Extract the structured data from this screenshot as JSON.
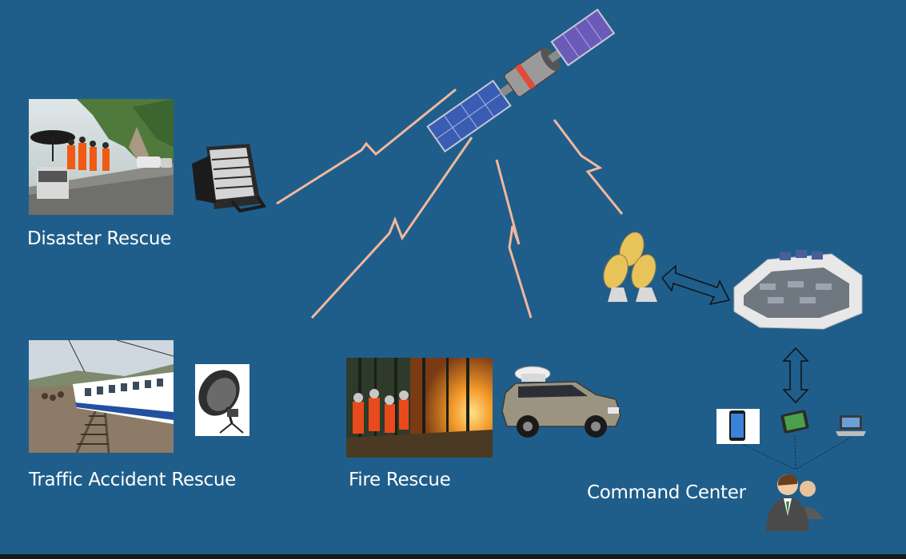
{
  "diagram": {
    "scenarios": [
      {
        "label": "Disaster Rescue",
        "photo": "landslide-rescue-photo",
        "equipment": "portable-satellite-terminal-icon"
      },
      {
        "label": "Traffic Accident Rescue",
        "photo": "train-derailment-photo",
        "equipment": "satellite-dish-antenna-icon"
      },
      {
        "label": "Fire Rescue",
        "photo": "forest-fire-photo",
        "equipment": "satcom-vehicle-icon"
      }
    ],
    "command_center": {
      "label": "Command Center"
    },
    "colors": {
      "background": "#1f5e8b",
      "signal": "#f2b89a",
      "text": "#ffffff"
    }
  }
}
